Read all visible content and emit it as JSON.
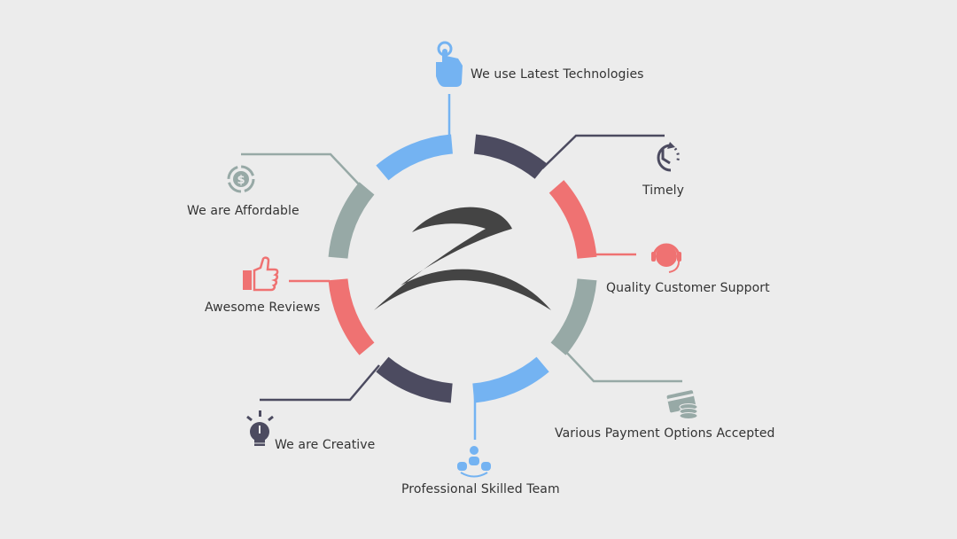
{
  "colors": {
    "background": "#ececec",
    "blue": "#74b3f2",
    "dark": "#4c4b60",
    "red": "#ef7272",
    "grey": "#97a9a6",
    "logo": "#444444",
    "text": "#333333"
  },
  "center_logo": {
    "glyph": "Z",
    "icon": "z-logo-icon"
  },
  "features": [
    {
      "label": "We use Latest Technologies",
      "icon": "pointer-hand-icon",
      "color": "blue"
    },
    {
      "label": "Timely",
      "icon": "clock-icon",
      "color": "dark"
    },
    {
      "label": "Quality Customer Support",
      "icon": "headset-support-icon",
      "color": "red"
    },
    {
      "label": "Various Payment Options Accepted",
      "icon": "credit-card-coins-icon",
      "color": "grey"
    },
    {
      "label": "Professional Skilled Team",
      "icon": "team-icon",
      "color": "blue"
    },
    {
      "label": "We are Creative",
      "icon": "lightbulb-icon",
      "color": "dark"
    },
    {
      "label": "Awesome Reviews",
      "icon": "thumbs-up-icon",
      "color": "red"
    },
    {
      "label": "We are Affordable",
      "icon": "dollar-cycle-icon",
      "color": "grey"
    }
  ]
}
